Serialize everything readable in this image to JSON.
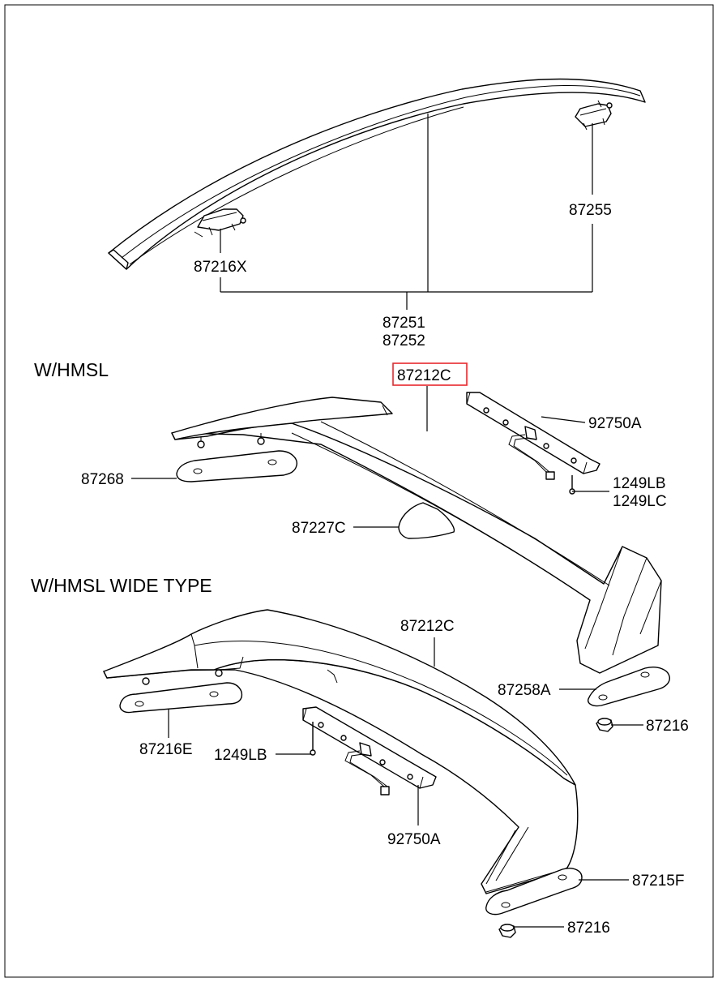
{
  "sections": {
    "w_hmsl": "W/HMSL",
    "w_hmsl_wide": "W/HMSL WIDE TYPE"
  },
  "colors": {
    "highlight": "#e8282d",
    "ink": "#000000",
    "background": "#ffffff"
  },
  "labels": {
    "p87216X": "87216X",
    "p87255": "87255",
    "p87251": "87251",
    "p87252": "87252",
    "p87212C_top": "87212C",
    "p92750A_top": "92750A",
    "p1249LB_top": "1249LB",
    "p1249LC": "1249LC",
    "p87268": "87268",
    "p87227C": "87227C",
    "p87212C_wide": "87212C",
    "p87258A": "87258A",
    "p87216_mid": "87216",
    "p87216E": "87216E",
    "p1249LB_wide": "1249LB",
    "p92750A_wide": "92750A",
    "p87215F": "87215F",
    "p87216_bottom": "87216"
  }
}
